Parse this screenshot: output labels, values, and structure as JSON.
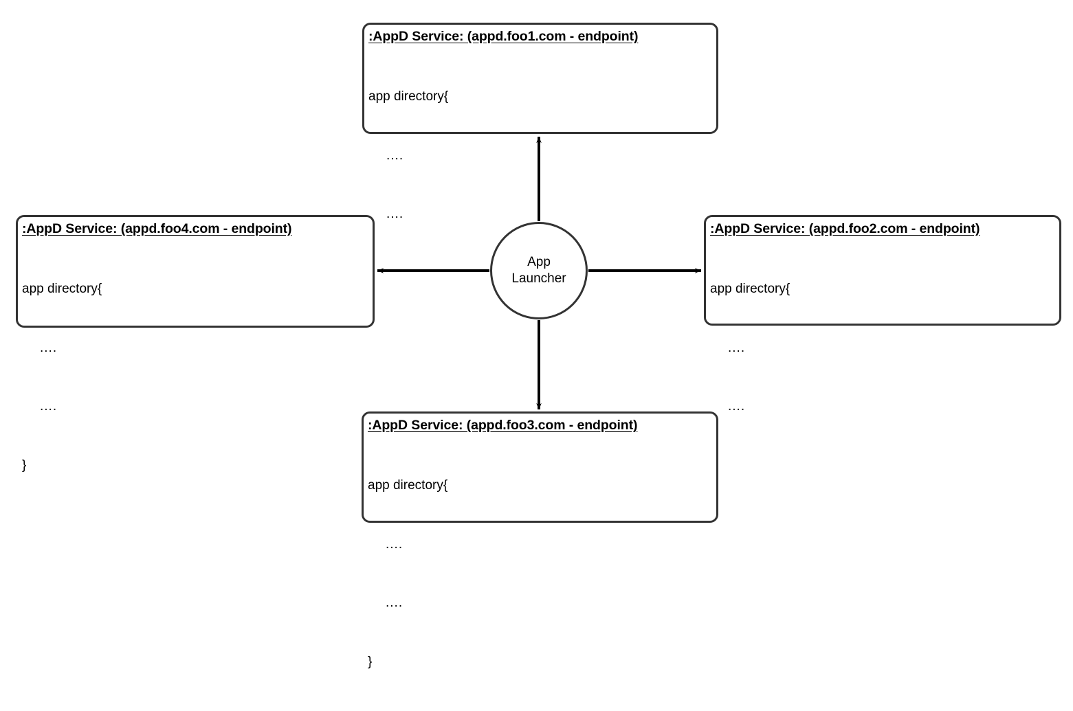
{
  "diagram": {
    "type": "hub-and-spoke",
    "background_color": "#ffffff",
    "stroke_color": "#333333",
    "hub": {
      "label": "App\nLauncher",
      "shape": "circle"
    },
    "nodes": [
      {
        "id": "top",
        "title": ":AppD Service: (appd.foo1.com - endpoint)",
        "body": [
          "app directory{",
          "....",
          "....",
          "}"
        ],
        "position": "top"
      },
      {
        "id": "right",
        "title": ":AppD Service: (appd.foo2.com - endpoint)",
        "body": [
          "app directory{",
          "....",
          "....",
          "}"
        ],
        "position": "right"
      },
      {
        "id": "bottom",
        "title": ":AppD Service: (appd.foo3.com - endpoint)",
        "body": [
          "app directory{",
          "....",
          "....",
          "}"
        ],
        "position": "bottom"
      },
      {
        "id": "left",
        "title": ":AppD Service: (appd.foo4.com - endpoint)",
        "body": [
          "app directory{",
          "....",
          "....",
          "}"
        ],
        "position": "left"
      }
    ],
    "edges": [
      {
        "from": "hub",
        "to": "top",
        "direction": "up",
        "arrow": "end"
      },
      {
        "from": "hub",
        "to": "right",
        "direction": "right",
        "arrow": "end"
      },
      {
        "from": "hub",
        "to": "bottom",
        "direction": "down",
        "arrow": "end"
      },
      {
        "from": "hub",
        "to": "left",
        "direction": "left",
        "arrow": "end"
      }
    ]
  }
}
